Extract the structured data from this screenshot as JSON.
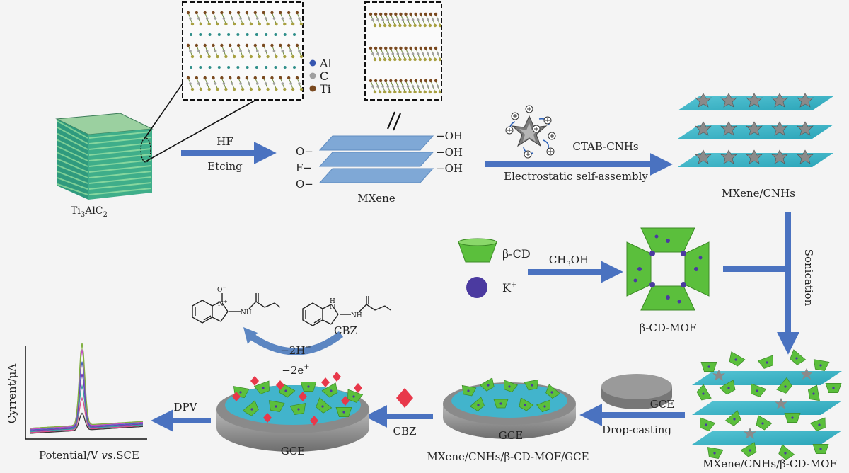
{
  "legend": {
    "al": "Al",
    "c": "C",
    "ti": "Ti"
  },
  "ti3alc2": {
    "main": "Ti",
    "sub1": "3",
    "mid": "AlC",
    "sub2": "2"
  },
  "step_hf": {
    "top": "HF",
    "bottom": "Etcing"
  },
  "mxene": {
    "label": "MXene",
    "left_groups": [
      "O−",
      "F−",
      "O−"
    ],
    "right_groups": [
      "−OH",
      "−OH",
      "−OH"
    ]
  },
  "step_cnh": {
    "top": "CTAB-CNHs",
    "bottom": "Electrostatic self-assembly"
  },
  "mxene_cnhs": {
    "label": "MXene/CNHs"
  },
  "mof_synth": {
    "bcd": "β-CD",
    "k": "K",
    "k_sup": "+",
    "solvent_main": "CH",
    "solvent_sub": "3",
    "solvent_end": "OH",
    "product": "β-CD-MOF"
  },
  "step_sonication": {
    "label": "Sonication"
  },
  "composite": {
    "label": "MXene/CNHs/β-CD-MOF"
  },
  "step_drop": {
    "gce": "GCE",
    "label": "Drop-casting"
  },
  "modified_electrode": {
    "gce": "GCE",
    "label": "MXene/CNHs/β-CD-MOF/GCE"
  },
  "step_cbz": {
    "label": "CBZ"
  },
  "final_electrode": {
    "gce": "GCE"
  },
  "reaction": {
    "product_o": "O",
    "product_minus": "−",
    "product_nplus": "N",
    "product_plus": "+",
    "nh1": "NH",
    "h": "H",
    "n": "N",
    "nh2": "NH",
    "cbz": "CBZ",
    "minus_2h": "−2H",
    "plus_sup": "+",
    "minus_2e": "−2e",
    "e_sup": "+"
  },
  "step_dpv": {
    "label": "DPV"
  },
  "dpv_plot": {
    "ylabel": "Cyrrent/μA",
    "xlabel_a": "Potential/V ",
    "xlabel_b": "vs.",
    "xlabel_c": "SCE"
  },
  "colors": {
    "arrow": "#4a72c0",
    "mxene_sheet": "#7fa8d6",
    "sheet_teal": "#3db8c4",
    "cyclodextrin": "#5bbf3c",
    "potassium": "#4b3aa0",
    "electrode_gray": "#888888",
    "electrode_top": "#42b4cc",
    "cbz_red": "#e8384a",
    "al": "#3656b0",
    "c": "#a0a0a0",
    "ti": "#7a4a20"
  }
}
